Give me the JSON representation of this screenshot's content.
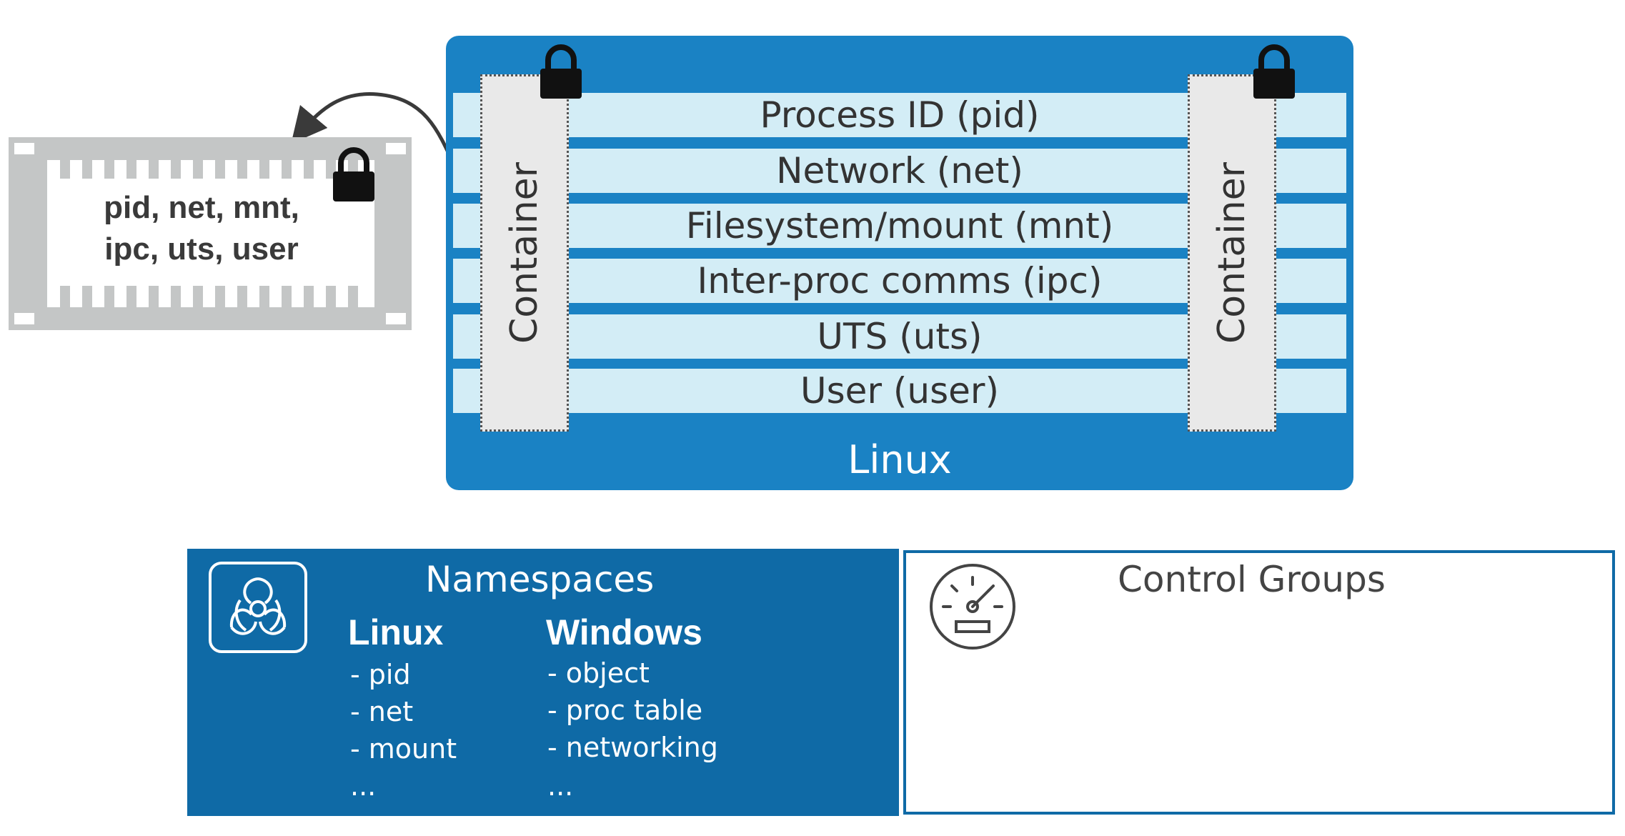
{
  "host": {
    "label": "Linux"
  },
  "namespace_rows": [
    "Process ID (pid)",
    "Network (net)",
    "Filesystem/mount (mnt)",
    "Inter-proc comms (ipc)",
    "UTS (uts)",
    "User (user)"
  ],
  "containers": {
    "left_label": "Container",
    "right_label": "Container"
  },
  "shipping_container": {
    "line1": "pid, net, mnt,",
    "line2": "ipc, uts, user"
  },
  "namespaces_panel": {
    "title": "Namespaces",
    "icon": "biohazard-icon",
    "linux": {
      "heading": "Linux",
      "items": [
        "- pid",
        "- net",
        "- mount",
        "..."
      ]
    },
    "windows": {
      "heading": "Windows",
      "items": [
        "- object",
        "- proc table",
        "- networking",
        "..."
      ]
    }
  },
  "cgroups_panel": {
    "title": "Control Groups",
    "icon": "gauge-icon"
  },
  "colors": {
    "host_blue": "#1a82c4",
    "row_fill": "#d3edf6",
    "panel_blue": "#0f6aa6",
    "container_gray": "#c4c6c6"
  }
}
